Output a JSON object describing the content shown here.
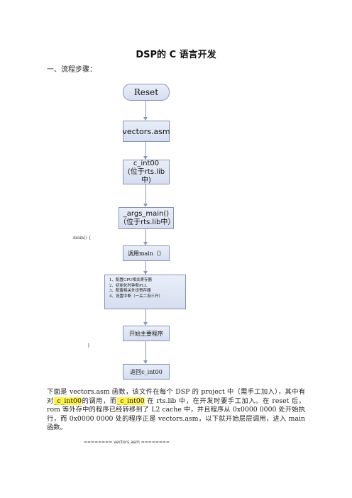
{
  "title": "DSP的 C 语言开发",
  "section": "一、流程步骤：",
  "flow": {
    "reset": "Reset",
    "vectors": "vectors.asm",
    "c_int00_line1": "c_int00",
    "c_int00_line2": "(位于rts.lib中)",
    "args_line1": "_args_main()",
    "args_line2": "（位于rts.lib中）",
    "main_open": "main() {",
    "call_main": "调用main（）",
    "config_items": [
      "1、配置CPU相关寄存器",
      "2、初始化时钟和PLL",
      "3、配置相关外设寄存器",
      "4、设置中断（一关二设三开）"
    ],
    "start_main": "开始主要程序",
    "main_close": "}",
    "return": "返回c_int00"
  },
  "paragraph": {
    "part1": "下面是 vectors.asm 函数，该文件在每个 DSP 的 project 中（需手工加入），其中有对",
    "hl1": "_c_int00",
    "part2": "的调用，而",
    "hl2": "_c_int00",
    "part3": " 在 rts.lib 中，在开发时要手工加入。在 reset 后，rom 等外存中的程序已经转移到了 L2 cache 中，并且程序从 0x0000 0000 处开始执行，而 0x0000 0000 处的程序正是 vectors.asm，以下就开始层层调用，进入 main 函数。"
  },
  "code_separator": "======== vectors.asm ========"
}
